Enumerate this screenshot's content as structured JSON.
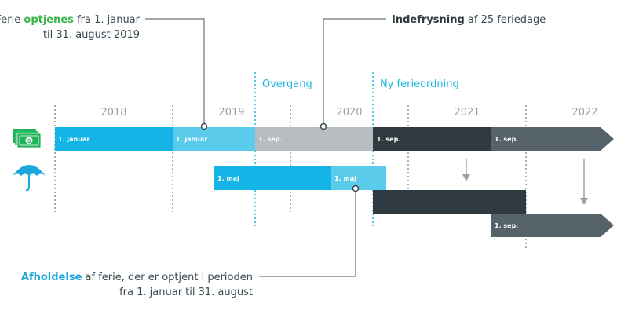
{
  "years": [
    "2018",
    "2019",
    "2020",
    "2021",
    "2022"
  ],
  "phases": {
    "transition": "Overgang",
    "new_scheme": "Ny ferieordning"
  },
  "segments": {
    "earn_2018": "1. januar",
    "earn_2019": "1. januar",
    "transition": "1. sep.",
    "new_2020": "1. sep.",
    "new_2021": "1. sep.",
    "use_2019": "1. maj",
    "use_2020": "1. maj",
    "lower_2021": "1. sep."
  },
  "callouts": {
    "earning": {
      "prefix": "Ferie ",
      "highlight": "optjenes",
      "rest": " fra 1. januar",
      "line2": "til 31. august 2019"
    },
    "freeze": {
      "highlight": "Indefrysning",
      "rest": " af 25 feriedage"
    },
    "holiday": {
      "highlight": "Afholdelse",
      "rest": " af ferie, der er optjent i perioden",
      "line2": "fra 1. januar til 31. august"
    }
  },
  "icons": [
    "money-icon",
    "umbrella-icon"
  ],
  "colors": {
    "blue_dark": "#14b4e6",
    "blue_light": "#5bcbeb",
    "gray_light": "#b7bcbf",
    "charcoal": "#2f3a40",
    "slate": "#56626a",
    "green": "#3bb54a",
    "cyan_guide": "#1cb5e0"
  }
}
